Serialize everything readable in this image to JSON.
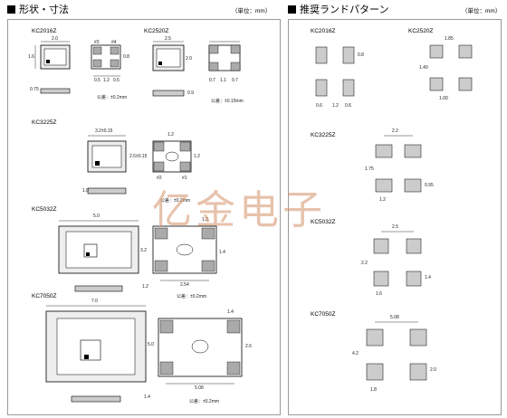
{
  "left_header": "形状・寸法",
  "left_unit": "（単位：mm）",
  "right_header": "推奨ランドパターン",
  "right_unit": "（単位：mm）",
  "watermark": "亿金电子",
  "models_left": {
    "m1": "KC2016Z",
    "m2": "KC2520Z",
    "m3": "KC3225Z",
    "m4": "KC5032Z",
    "m5": "KC7050Z"
  },
  "models_right": {
    "m1": "KC2016Z",
    "m2": "KC2520Z",
    "m3": "KC3225Z",
    "m4": "KC5032Z",
    "m5": "KC7050Z"
  },
  "tolerance": {
    "a": "公差：±0.2mm",
    "b": "公差：±0.15mm",
    "c": "公差：±0.2mm",
    "d": "公差：±0.2mm",
    "e": "公差：±0.2mm"
  },
  "dims_left": {
    "k2016_w": "2.0",
    "k2016_h": "1.6",
    "k2016_t": "0.75",
    "k2016_p1": "0.5",
    "k2016_p2": "1.2",
    "k2016_p3": "0.5",
    "k2016_s": "0.8",
    "k2520_w": "2.5",
    "k2520_h": "2.0",
    "k2520_t": "0.9",
    "k2520_a": "0.7",
    "k2520_b": "1.1",
    "k2520_c": "0.7",
    "k3225_w": "3.2±0.15",
    "k3225_h": "2.5±0.15",
    "k3225_t": "1.0",
    "k3225_a": "1.2",
    "k3225_b": "1.2",
    "k5032_w": "5.0",
    "k5032_h": "3.2",
    "k5032_t": "1.2",
    "k5032_a": "1.2",
    "k5032_b": "2.54",
    "k5032_c": "1.4",
    "k7050_w": "7.0",
    "k7050_h": "5.0",
    "k7050_t": "1.4",
    "k7050_a": "1.4",
    "k7050_b": "5.08",
    "k7050_c": "2.6"
  },
  "dims_right": {
    "k2016_a": "0.6",
    "k2016_b": "1.2",
    "k2016_c": "0.6",
    "k2016_d": "0.8",
    "k2520_a": "1.85",
    "k2520_b": "1.00",
    "k2520_c": "1.40",
    "k3225_a": "2.2",
    "k3225_b": "1.75",
    "k3225_c": "1.2",
    "k3225_d": "0.95",
    "k5032_a": "2.5",
    "k5032_b": "2.2",
    "k5032_c": "1.6",
    "k5032_d": "1.4",
    "k7050_a": "5.08",
    "k7050_b": "4.2",
    "k7050_c": "1.8",
    "k7050_d": "2.0"
  },
  "pins": {
    "p1": "#1",
    "p2": "#2",
    "p3": "#3",
    "p4": "#4"
  }
}
